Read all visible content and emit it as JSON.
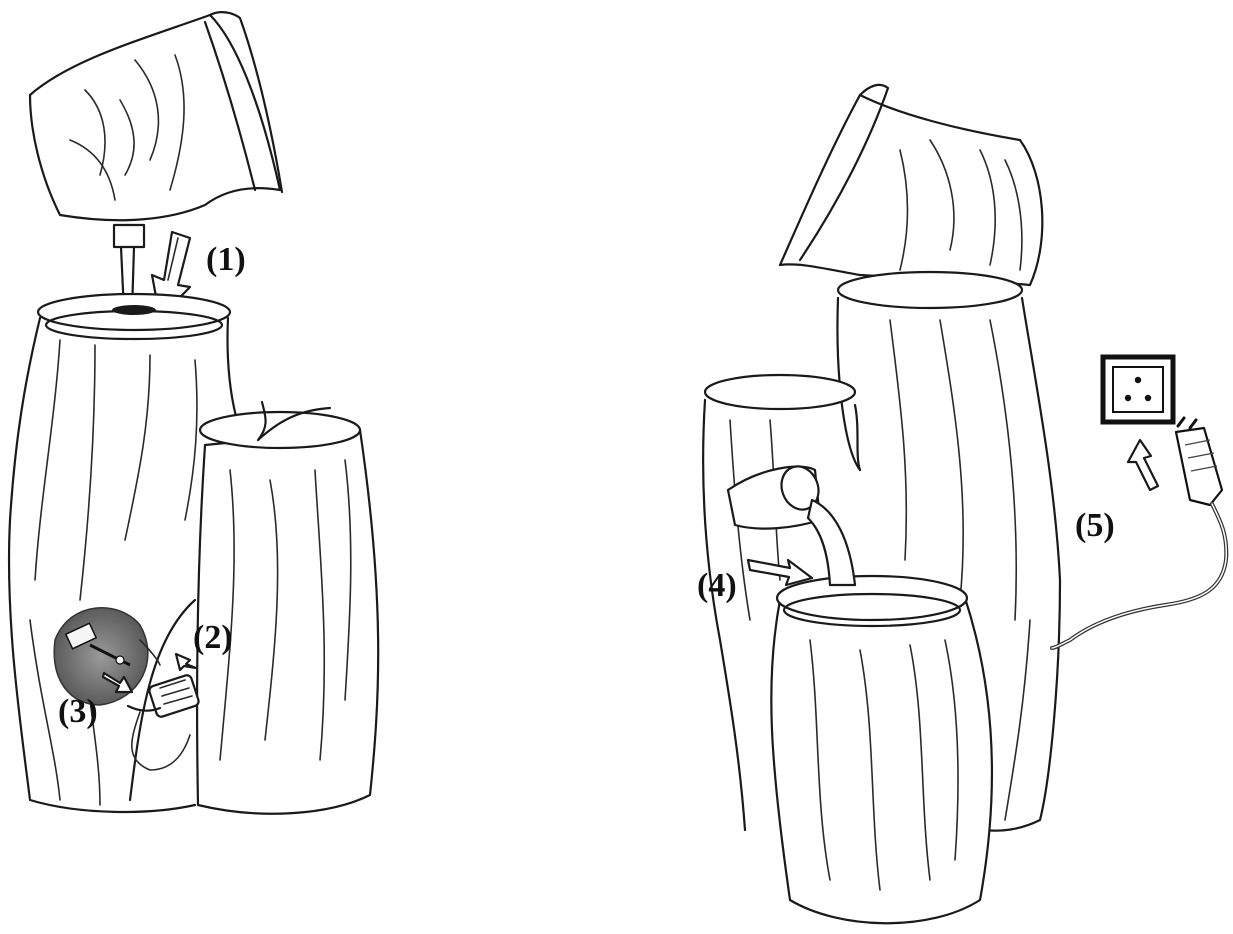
{
  "labels": {
    "step1": "(1)",
    "step2": "(2)",
    "step3": "(3)",
    "step4": "(4)",
    "step5": "(5)"
  },
  "colors": {
    "ink": "#1a1a1a",
    "pump_shadow": "#6e6e6e",
    "background": "#ffffff"
  },
  "icons": {
    "pump": "submersible-pump-icon",
    "plug": "power-plug-icon",
    "outlet": "wall-outlet-icon",
    "jug": "water-jug-icon",
    "arrow": "direction-arrow-icon"
  }
}
